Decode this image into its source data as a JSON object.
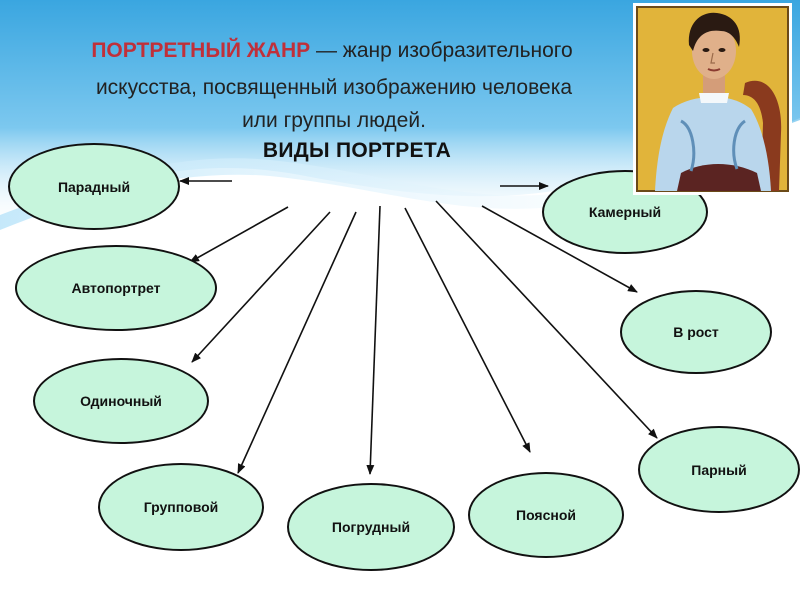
{
  "title": {
    "term": "ПОРТРЕТНЫЙ ЖАНР",
    "line1_rest": " — жанр изобразительного",
    "line2": "искусства, посвященный изображению человека",
    "line3": "или группы людей."
  },
  "subtitle": "ВИДЫ ПОРТРЕТА",
  "colors": {
    "term": "#c0303a",
    "node_fill": "#c6f5dc",
    "wave": "#4fb3e6"
  },
  "image": {
    "name": "portrait-painting"
  },
  "portrait_types": [
    "Парадный",
    "Камерный",
    "Автопортрет",
    "В рост",
    "Одиночный",
    "Парный",
    "Групповой",
    "Погрудный",
    "Поясной"
  ]
}
